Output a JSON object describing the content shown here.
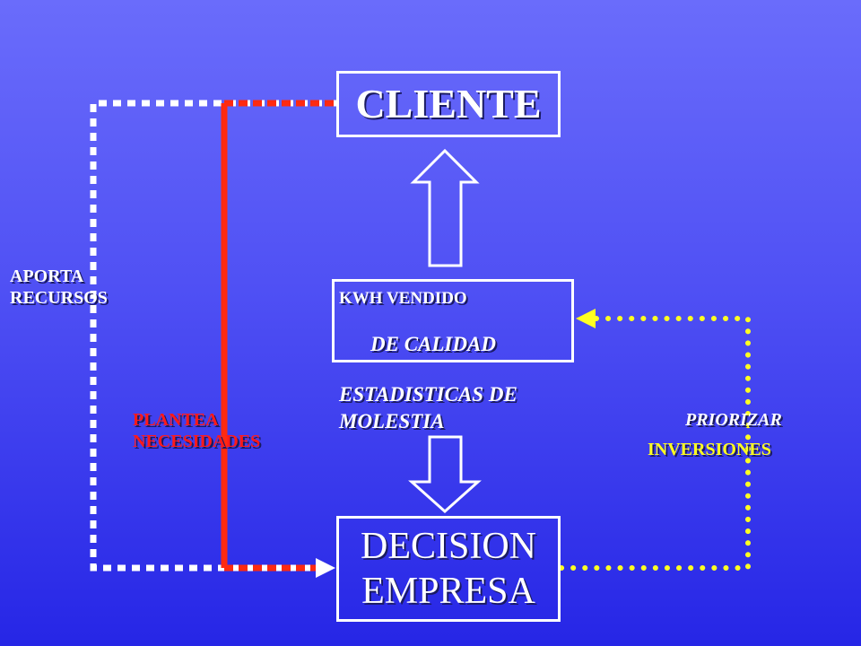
{
  "nodes": {
    "cliente": "CLIENTE",
    "decision": [
      "DECISION",
      "EMPRESA"
    ],
    "kwh": [
      "KWH VENDIDO",
      "DE CALIDAD"
    ]
  },
  "labels": {
    "aporta": [
      "APORTA",
      "RECURSOS"
    ],
    "plantea": [
      "PLANTEA",
      "NECESIDADES"
    ],
    "estadisticas": [
      "ESTADISTICAS DE",
      "MOLESTIA"
    ],
    "priorizar": [
      "PRIORIZAR",
      "INVERSIONES"
    ]
  },
  "colors": {
    "white_line": "#ffffff",
    "red_line": "#ff2a10",
    "yellow_line": "#ffff22"
  }
}
